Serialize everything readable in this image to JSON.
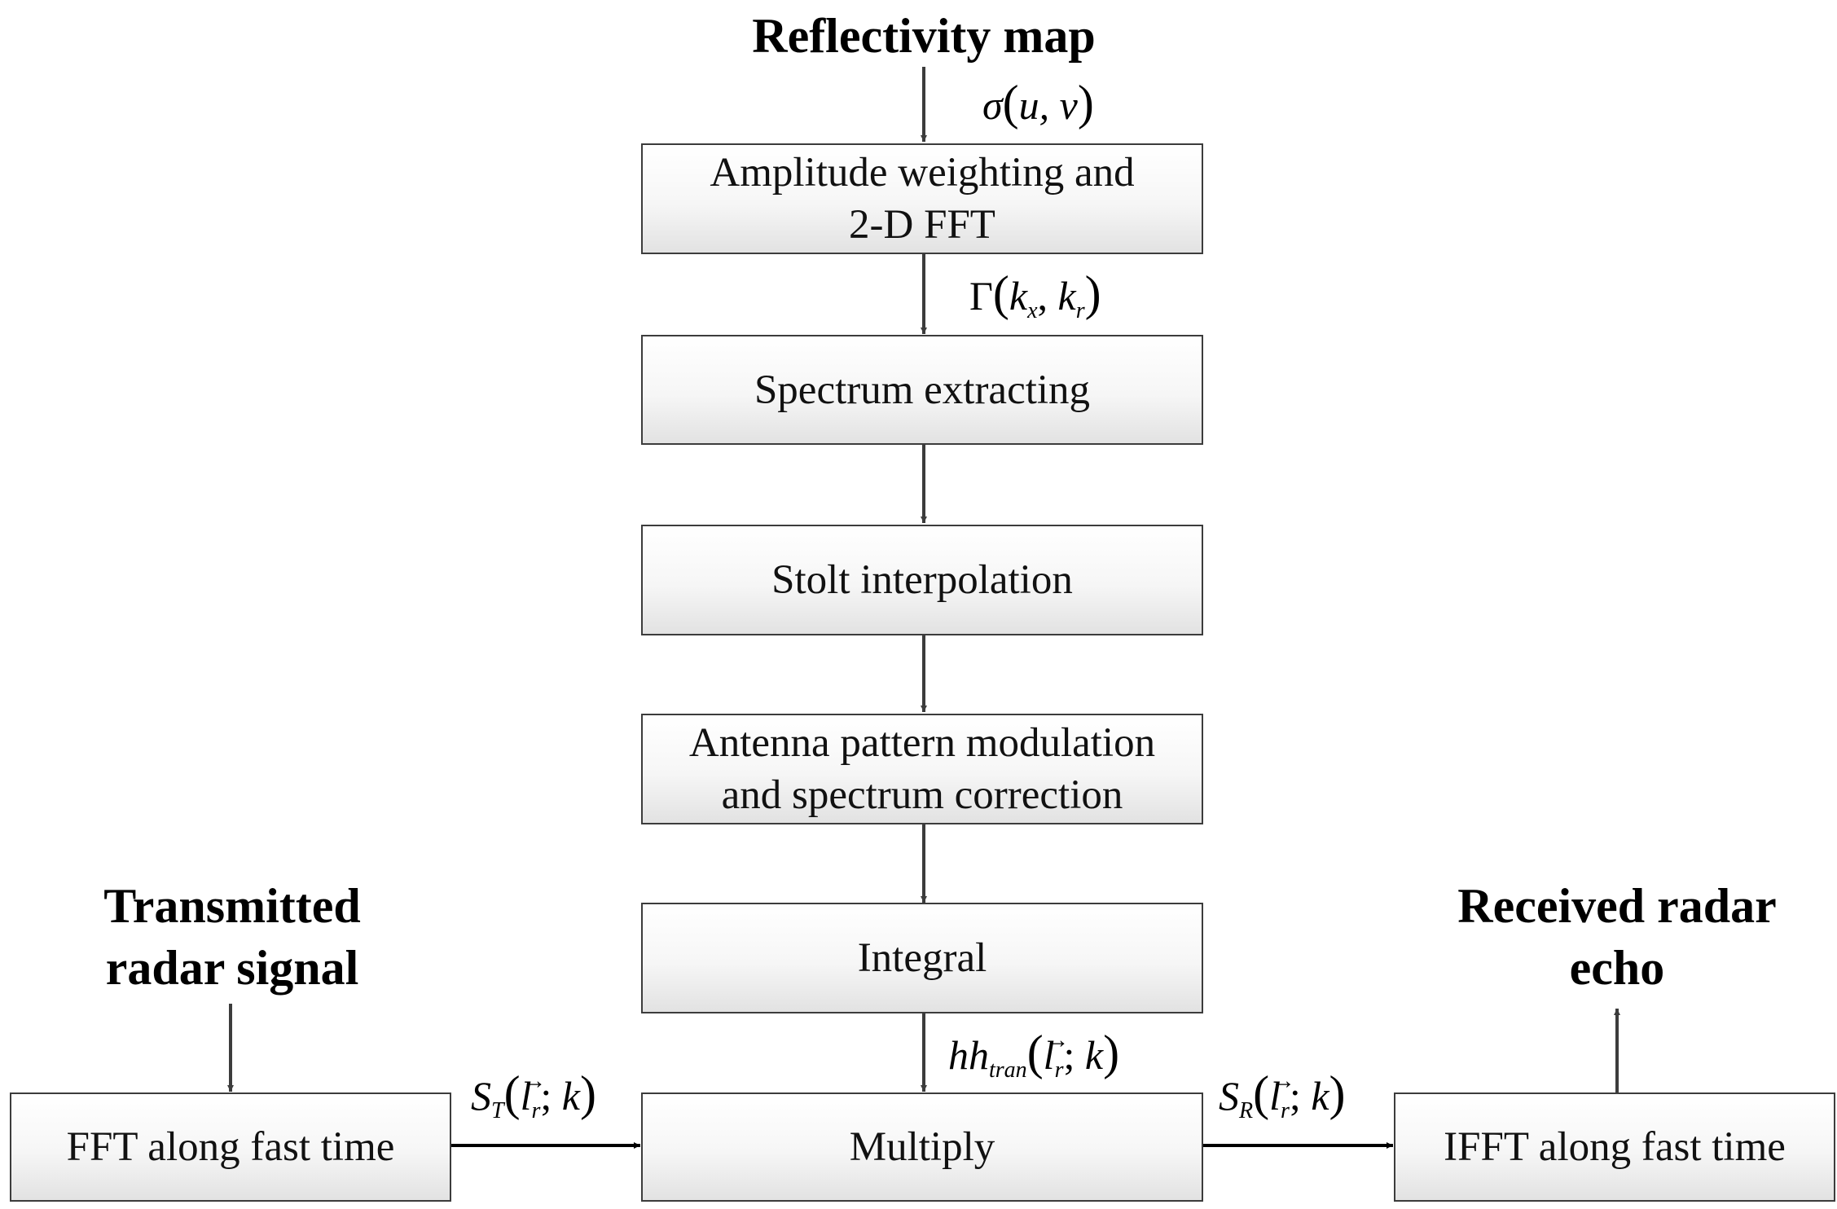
{
  "titles": {
    "reflectivity": "Reflectivity map",
    "transmitted_1": "Transmitted",
    "transmitted_2": "radar signal",
    "received_1": "Received radar",
    "received_2": "echo"
  },
  "boxes": {
    "amplitude_1": "Amplitude weighting and",
    "amplitude_2": "2-D FFT",
    "spectrum": "Spectrum extracting",
    "stolt": "Stolt interpolation",
    "antenna_1": "Antenna pattern modulation",
    "antenna_2": "and spectrum correction",
    "integral": "Integral",
    "fft": "FFT along fast time",
    "multiply": "Multiply",
    "ifft": "IFFT along fast time"
  },
  "labels": {
    "sigma": "σ",
    "sigma_args": "u, v",
    "gamma": "Γ",
    "kx": "k",
    "kx_sub": "x",
    "kr": "k",
    "kr_sub": "r",
    "hh": "hh",
    "hh_sub": "tran",
    "st": "S",
    "st_sub": "T",
    "sr": "S",
    "sr_sub": "R",
    "l": "l",
    "l_sub": "r",
    "k": "k"
  }
}
